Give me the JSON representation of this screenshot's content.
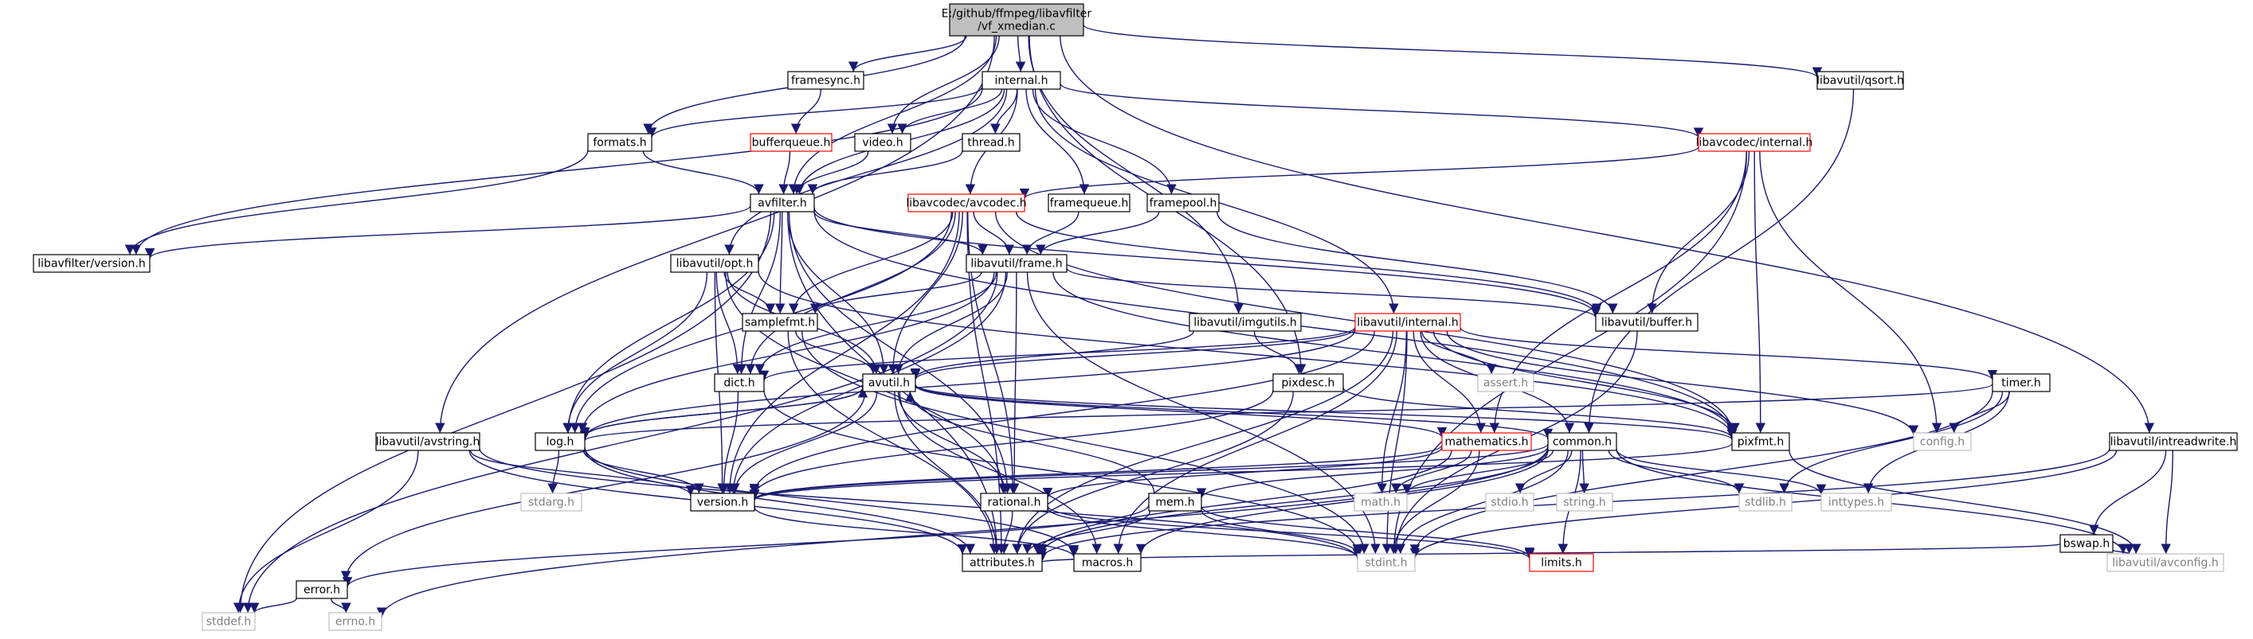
{
  "diagram": {
    "style": {
      "edge_color": "#191970",
      "node_border": "#000000",
      "external_border": "#bfbfbf",
      "missing_border": "#ff0000",
      "root_fill": "#bfbfbf",
      "node_fill": "#ffffff",
      "external_text": "#808080"
    },
    "nodes": [
      {
        "id": "root",
        "lines": [
          "E:/github/ffmpeg/libavfilter",
          "/vf_xmedian.c"
        ],
        "kind": "root"
      },
      {
        "id": "internal_h",
        "lines": [
          "internal.h"
        ],
        "kind": "normal"
      },
      {
        "id": "framesync_h",
        "lines": [
          "framesync.h"
        ],
        "kind": "normal"
      },
      {
        "id": "libavutil_qsort_h",
        "lines": [
          "libavutil/qsort.h"
        ],
        "kind": "normal"
      },
      {
        "id": "formats_h",
        "lines": [
          "formats.h"
        ],
        "kind": "normal"
      },
      {
        "id": "bufferqueue_h",
        "lines": [
          "bufferqueue.h"
        ],
        "kind": "missing"
      },
      {
        "id": "video_h",
        "lines": [
          "video.h"
        ],
        "kind": "normal"
      },
      {
        "id": "thread_h",
        "lines": [
          "thread.h"
        ],
        "kind": "normal"
      },
      {
        "id": "libavcodec_internal_h",
        "lines": [
          "libavcodec/internal.h"
        ],
        "kind": "missing"
      },
      {
        "id": "avfilter_h",
        "lines": [
          "avfilter.h"
        ],
        "kind": "normal"
      },
      {
        "id": "libavcodec_avcodec_h",
        "lines": [
          "libavcodec/avcodec.h"
        ],
        "kind": "missing"
      },
      {
        "id": "framequeue_h",
        "lines": [
          "framequeue.h"
        ],
        "kind": "normal"
      },
      {
        "id": "framepool_h",
        "lines": [
          "framepool.h"
        ],
        "kind": "normal"
      },
      {
        "id": "libavfilter_version_h",
        "lines": [
          "libavfilter/version.h"
        ],
        "kind": "normal"
      },
      {
        "id": "libavutil_opt_h",
        "lines": [
          "libavutil/opt.h"
        ],
        "kind": "normal"
      },
      {
        "id": "libavutil_frame_h",
        "lines": [
          "libavutil/frame.h"
        ],
        "kind": "normal"
      },
      {
        "id": "libavutil_buffer_h",
        "lines": [
          "libavutil/buffer.h"
        ],
        "kind": "normal"
      },
      {
        "id": "samplefmt_h",
        "lines": [
          "samplefmt.h"
        ],
        "kind": "normal"
      },
      {
        "id": "libavutil_imgutils_h",
        "lines": [
          "libavutil/imgutils.h"
        ],
        "kind": "normal"
      },
      {
        "id": "libavutil_internal_h",
        "lines": [
          "libavutil/internal.h"
        ],
        "kind": "missing"
      },
      {
        "id": "dict_h",
        "lines": [
          "dict.h"
        ],
        "kind": "normal"
      },
      {
        "id": "avutil_h",
        "lines": [
          "avutil.h"
        ],
        "kind": "normal"
      },
      {
        "id": "pixdesc_h",
        "lines": [
          "pixdesc.h"
        ],
        "kind": "normal"
      },
      {
        "id": "assert_h",
        "lines": [
          "assert.h"
        ],
        "kind": "external"
      },
      {
        "id": "timer_h",
        "lines": [
          "timer.h"
        ],
        "kind": "normal"
      },
      {
        "id": "libavutil_avstring_h",
        "lines": [
          "libavutil/avstring.h"
        ],
        "kind": "normal"
      },
      {
        "id": "log_h",
        "lines": [
          "log.h"
        ],
        "kind": "normal"
      },
      {
        "id": "mathematics_h",
        "lines": [
          "mathematics.h"
        ],
        "kind": "missing"
      },
      {
        "id": "common_h",
        "lines": [
          "common.h"
        ],
        "kind": "normal"
      },
      {
        "id": "pixfmt_h",
        "lines": [
          "pixfmt.h"
        ],
        "kind": "normal"
      },
      {
        "id": "config_h",
        "lines": [
          "config.h"
        ],
        "kind": "external"
      },
      {
        "id": "libavutil_intreadwrite_h",
        "lines": [
          "libavutil/intreadwrite.h"
        ],
        "kind": "normal"
      },
      {
        "id": "stdarg_h",
        "lines": [
          "stdarg.h"
        ],
        "kind": "external"
      },
      {
        "id": "version_h",
        "lines": [
          "version.h"
        ],
        "kind": "normal"
      },
      {
        "id": "rational_h",
        "lines": [
          "rational.h"
        ],
        "kind": "normal"
      },
      {
        "id": "mem_h",
        "lines": [
          "mem.h"
        ],
        "kind": "normal"
      },
      {
        "id": "math_h",
        "lines": [
          "math.h"
        ],
        "kind": "external"
      },
      {
        "id": "stdio_h",
        "lines": [
          "stdio.h"
        ],
        "kind": "external"
      },
      {
        "id": "string_h",
        "lines": [
          "string.h"
        ],
        "kind": "external"
      },
      {
        "id": "stdlib_h",
        "lines": [
          "stdlib.h"
        ],
        "kind": "external"
      },
      {
        "id": "inttypes_h",
        "lines": [
          "inttypes.h"
        ],
        "kind": "external"
      },
      {
        "id": "bswap_h",
        "lines": [
          "bswap.h"
        ],
        "kind": "normal"
      },
      {
        "id": "error_h",
        "lines": [
          "error.h"
        ],
        "kind": "normal"
      },
      {
        "id": "attributes_h",
        "lines": [
          "attributes.h"
        ],
        "kind": "normal"
      },
      {
        "id": "macros_h",
        "lines": [
          "macros.h"
        ],
        "kind": "normal"
      },
      {
        "id": "stdint_h",
        "lines": [
          "stdint.h"
        ],
        "kind": "external"
      },
      {
        "id": "limits_h",
        "lines": [
          "limits.h"
        ],
        "kind": "missing"
      },
      {
        "id": "libavutil_avconfig_h",
        "lines": [
          "libavutil/avconfig.h"
        ],
        "kind": "external"
      },
      {
        "id": "stddef_h",
        "lines": [
          "stddef.h"
        ],
        "kind": "external"
      },
      {
        "id": "errno_h",
        "lines": [
          "errno.h"
        ],
        "kind": "external"
      }
    ],
    "edges": [
      [
        "root",
        "internal_h"
      ],
      [
        "root",
        "framesync_h"
      ],
      [
        "root",
        "libavutil_qsort_h"
      ],
      [
        "root",
        "formats_h"
      ],
      [
        "root",
        "video_h"
      ],
      [
        "root",
        "avfilter_h"
      ],
      [
        "root",
        "libavutil_imgutils_h"
      ],
      [
        "root",
        "pixdesc_h"
      ],
      [
        "root",
        "libavutil_intreadwrite_h"
      ],
      [
        "root",
        "libavutil_avstring_h"
      ],
      [
        "framesync_h",
        "bufferqueue_h"
      ],
      [
        "internal_h",
        "formats_h"
      ],
      [
        "internal_h",
        "video_h"
      ],
      [
        "internal_h",
        "thread_h"
      ],
      [
        "internal_h",
        "libavcodec_internal_h"
      ],
      [
        "internal_h",
        "avfilter_h"
      ],
      [
        "internal_h",
        "libavcodec_avcodec_h"
      ],
      [
        "internal_h",
        "framequeue_h"
      ],
      [
        "internal_h",
        "framepool_h"
      ],
      [
        "internal_h",
        "libavfilter_version_h"
      ],
      [
        "internal_h",
        "libavutil_internal_h"
      ],
      [
        "internal_h",
        "libavutil_opt_h"
      ],
      [
        "formats_h",
        "avfilter_h"
      ],
      [
        "bufferqueue_h",
        "avfilter_h"
      ],
      [
        "video_h",
        "avfilter_h"
      ],
      [
        "thread_h",
        "avfilter_h"
      ],
      [
        "formats_h",
        "libavfilter_version_h"
      ],
      [
        "libavcodec_internal_h",
        "libavcodec_avcodec_h"
      ],
      [
        "libavcodec_internal_h",
        "libavutil_buffer_h"
      ],
      [
        "libavcodec_internal_h",
        "pixfmt_h"
      ],
      [
        "libavcodec_internal_h",
        "config_h"
      ],
      [
        "libavcodec_internal_h",
        "mathematics_h"
      ],
      [
        "libavcodec_internal_h",
        "stdint_h"
      ],
      [
        "framequeue_h",
        "libavutil_frame_h"
      ],
      [
        "framepool_h",
        "libavutil_frame_h"
      ],
      [
        "framepool_h",
        "libavutil_buffer_h"
      ],
      [
        "avfilter_h",
        "libavfilter_version_h"
      ],
      [
        "avfilter_h",
        "libavutil_frame_h"
      ],
      [
        "avfilter_h",
        "samplefmt_h"
      ],
      [
        "avfilter_h",
        "dict_h"
      ],
      [
        "avfilter_h",
        "avutil_h"
      ],
      [
        "avfilter_h",
        "log_h"
      ],
      [
        "avfilter_h",
        "attributes_h"
      ],
      [
        "avfilter_h",
        "rational_h"
      ],
      [
        "avfilter_h",
        "pixfmt_h"
      ],
      [
        "avfilter_h",
        "libavutil_buffer_h"
      ],
      [
        "avfilter_h",
        "stddef_h"
      ],
      [
        "libavcodec_avcodec_h",
        "libavutil_frame_h"
      ],
      [
        "libavcodec_avcodec_h",
        "libavutil_buffer_h"
      ],
      [
        "libavcodec_avcodec_h",
        "samplefmt_h"
      ],
      [
        "libavcodec_avcodec_h",
        "avutil_h"
      ],
      [
        "libavcodec_avcodec_h",
        "dict_h"
      ],
      [
        "libavcodec_avcodec_h",
        "log_h"
      ],
      [
        "libavcodec_avcodec_h",
        "pixfmt_h"
      ],
      [
        "libavcodec_avcodec_h",
        "rational_h"
      ],
      [
        "libavcodec_avcodec_h",
        "version_h"
      ],
      [
        "libavcodec_avcodec_h",
        "attributes_h"
      ],
      [
        "libavutil_opt_h",
        "samplefmt_h"
      ],
      [
        "libavutil_opt_h",
        "dict_h"
      ],
      [
        "libavutil_opt_h",
        "avutil_h"
      ],
      [
        "libavutil_opt_h",
        "log_h"
      ],
      [
        "libavutil_opt_h",
        "rational_h"
      ],
      [
        "libavutil_opt_h",
        "pixfmt_h"
      ],
      [
        "libavutil_opt_h",
        "version_h"
      ],
      [
        "libavutil_frame_h",
        "libavutil_buffer_h"
      ],
      [
        "libavutil_frame_h",
        "samplefmt_h"
      ],
      [
        "libavutil_frame_h",
        "dict_h"
      ],
      [
        "libavutil_frame_h",
        "avutil_h"
      ],
      [
        "libavutil_frame_h",
        "log_h"
      ],
      [
        "libavutil_frame_h",
        "rational_h"
      ],
      [
        "libavutil_frame_h",
        "pixfmt_h"
      ],
      [
        "libavutil_frame_h",
        "version_h"
      ],
      [
        "libavutil_frame_h",
        "stdint_h"
      ],
      [
        "libavutil_frame_h",
        "stddef_h"
      ],
      [
        "samplefmt_h",
        "avutil_h"
      ],
      [
        "samplefmt_h",
        "attributes_h"
      ],
      [
        "samplefmt_h",
        "stdint_h"
      ],
      [
        "libavutil_imgutils_h",
        "avutil_h"
      ],
      [
        "libavutil_imgutils_h",
        "pixdesc_h"
      ],
      [
        "libavutil_internal_h",
        "dict_h"
      ],
      [
        "libavutil_internal_h",
        "assert_h"
      ],
      [
        "libavutil_internal_h",
        "timer_h"
      ],
      [
        "libavutil_internal_h",
        "pixfmt_h"
      ],
      [
        "libavutil_internal_h",
        "config_h"
      ],
      [
        "libavutil_internal_h",
        "avutil_h"
      ],
      [
        "libavutil_internal_h",
        "attributes_h"
      ],
      [
        "libavutil_internal_h",
        "version_h"
      ],
      [
        "libavutil_internal_h",
        "mathematics_h"
      ],
      [
        "libavutil_internal_h",
        "common_h"
      ],
      [
        "libavutil_internal_h",
        "macros_h"
      ],
      [
        "libavutil_internal_h",
        "stdint_h"
      ],
      [
        "libavutil_internal_h",
        "math_h"
      ],
      [
        "libavutil_internal_h",
        "log_h"
      ],
      [
        "dict_h",
        "version_h"
      ],
      [
        "dict_h",
        "stdint_h"
      ],
      [
        "avutil_h",
        "log_h"
      ],
      [
        "avutil_h",
        "common_h"
      ],
      [
        "avutil_h",
        "error_h"
      ],
      [
        "avutil_h",
        "version_h"
      ],
      [
        "avutil_h",
        "rational_h"
      ],
      [
        "avutil_h",
        "mathematics_h"
      ],
      [
        "avutil_h",
        "pixfmt_h"
      ],
      [
        "avutil_h",
        "macros_h"
      ],
      [
        "avutil_h",
        "attributes_h"
      ],
      [
        "pixdesc_h",
        "pixfmt_h"
      ],
      [
        "pixdesc_h",
        "attributes_h"
      ],
      [
        "pixdesc_h",
        "version_h"
      ],
      [
        "timer_h",
        "log_h"
      ],
      [
        "timer_h",
        "config_h"
      ],
      [
        "timer_h",
        "stdlib_h"
      ],
      [
        "timer_h",
        "inttypes_h"
      ],
      [
        "timer_h",
        "stdint_h"
      ],
      [
        "libavutil_avstring_h",
        "version_h"
      ],
      [
        "libavutil_avstring_h",
        "attributes_h"
      ],
      [
        "libavutil_avstring_h",
        "stddef_h"
      ],
      [
        "libavutil_avstring_h",
        "stdint_h"
      ],
      [
        "log_h",
        "avutil_h"
      ],
      [
        "log_h",
        "attributes_h"
      ],
      [
        "log_h",
        "version_h"
      ],
      [
        "log_h",
        "macros_h"
      ],
      [
        "log_h",
        "stdarg_h"
      ],
      [
        "mathematics_h",
        "rational_h"
      ],
      [
        "mathematics_h",
        "attributes_h"
      ],
      [
        "mathematics_h",
        "stdint_h"
      ],
      [
        "mathematics_h",
        "math_h"
      ],
      [
        "mathematics_h",
        "version_h"
      ],
      [
        "common_h",
        "attributes_h"
      ],
      [
        "common_h",
        "macros_h"
      ],
      [
        "common_h",
        "version_h"
      ],
      [
        "common_h",
        "mem_h"
      ],
      [
        "common_h",
        "errno_h"
      ],
      [
        "common_h",
        "inttypes_h"
      ],
      [
        "common_h",
        "limits_h"
      ],
      [
        "common_h",
        "math_h"
      ],
      [
        "common_h",
        "stdint_h"
      ],
      [
        "common_h",
        "stdio_h"
      ],
      [
        "common_h",
        "stdlib_h"
      ],
      [
        "common_h",
        "string_h"
      ],
      [
        "common_h",
        "libavutil_avconfig_h"
      ],
      [
        "pixfmt_h",
        "version_h"
      ],
      [
        "pixfmt_h",
        "libavutil_avconfig_h"
      ],
      [
        "libavutil_intreadwrite_h",
        "bswap_h"
      ],
      [
        "libavutil_intreadwrite_h",
        "libavutil_avconfig_h"
      ],
      [
        "libavutil_intreadwrite_h",
        "attributes_h"
      ],
      [
        "libavutil_intreadwrite_h",
        "stdint_h"
      ],
      [
        "version_h",
        "macros_h"
      ],
      [
        "rational_h",
        "attributes_h"
      ],
      [
        "rational_h",
        "stdint_h"
      ],
      [
        "rational_h",
        "limits_h"
      ],
      [
        "mem_h",
        "attributes_h"
      ],
      [
        "mem_h",
        "error_h"
      ],
      [
        "mem_h",
        "avutil_h"
      ],
      [
        "mem_h",
        "limits_h"
      ],
      [
        "mem_h",
        "stdint_h"
      ],
      [
        "bswap_h",
        "attributes_h"
      ],
      [
        "bswap_h",
        "libavutil_avconfig_h"
      ],
      [
        "error_h",
        "errno_h"
      ],
      [
        "error_h",
        "stddef_h"
      ],
      [
        "libavutil_qsort_h",
        "common_h"
      ],
      [
        "libavutil_buffer_h",
        "stdint_h"
      ]
    ]
  }
}
